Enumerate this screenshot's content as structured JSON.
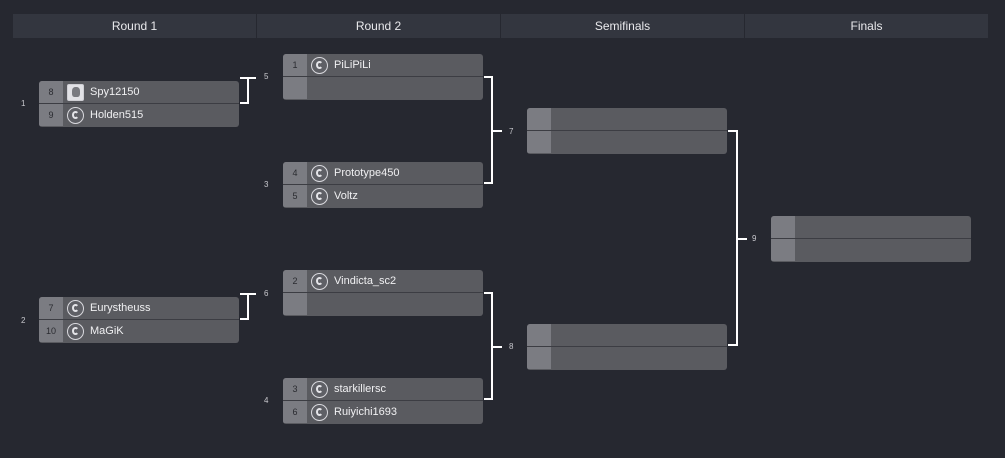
{
  "rounds": [
    "Round 1",
    "Round 2",
    "Semifinals",
    "Finals"
  ],
  "matches": {
    "m1": {
      "number": "1",
      "p1": {
        "seed": "8",
        "name": "Spy12150",
        "icon": "avatar-icon"
      },
      "p2": {
        "seed": "9",
        "name": "Holden515",
        "icon": "terran-icon"
      }
    },
    "m2": {
      "number": "2",
      "p1": {
        "seed": "7",
        "name": "Eurystheuss",
        "icon": "terran-icon"
      },
      "p2": {
        "seed": "10",
        "name": "MaGiK",
        "icon": "terran-icon"
      }
    },
    "m3": {
      "number": "3",
      "p1": {
        "seed": "4",
        "name": "Prototype450",
        "icon": "terran-icon"
      },
      "p2": {
        "seed": "5",
        "name": "Voltz",
        "icon": "terran-icon"
      }
    },
    "m4": {
      "number": "4",
      "p1": {
        "seed": "3",
        "name": "starkillersc",
        "icon": "terran-icon"
      },
      "p2": {
        "seed": "6",
        "name": "Ruiyichi1693",
        "icon": "terran-icon"
      }
    },
    "m5": {
      "number": "5",
      "p1": {
        "seed": "1",
        "name": "PiLiPiLi",
        "icon": "terran-icon"
      },
      "p2": {
        "seed": "",
        "name": ""
      }
    },
    "m6": {
      "number": "6",
      "p1": {
        "seed": "2",
        "name": "Vindicta_sc2",
        "icon": "terran-icon"
      },
      "p2": {
        "seed": "",
        "name": ""
      }
    },
    "m7": {
      "number": "7"
    },
    "m8": {
      "number": "8"
    },
    "m9": {
      "number": "9"
    }
  }
}
